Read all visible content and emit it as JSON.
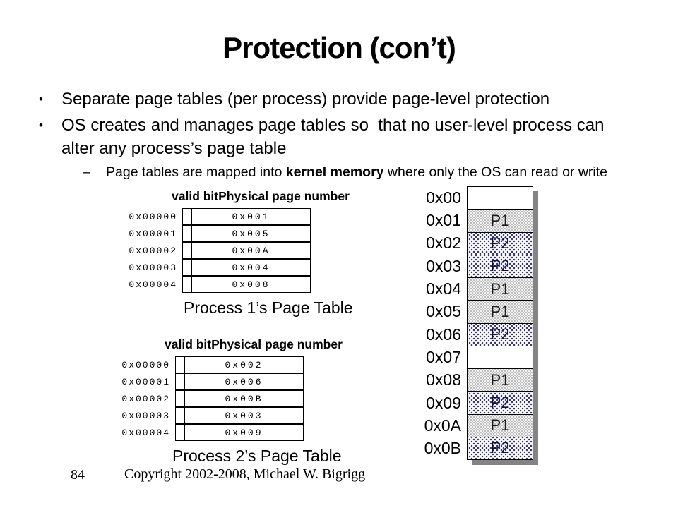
{
  "slide": {
    "title": "Protection (con’t)",
    "bullet_glyph": "•",
    "sub_bullet_glyph": "–",
    "bullets": [
      "Separate page tables (per process) provide page-level protection",
      "OS creates and manages page tables so  that no user-level process can alter any process’s page table"
    ],
    "sub_bullet": {
      "parts": [
        "Page tables are mapped into ",
        "kernel memory",
        " where only the OS can read or write"
      ]
    },
    "footer": {
      "page_number": "84",
      "copyright": "Copyright 2002-2008, Michael W. Bigrigg"
    }
  },
  "page_tables": [
    {
      "header": {
        "valid_bit": "valid bit",
        "ppn": "Physical page number"
      },
      "caption": "Process 1’s Page Table",
      "rows": [
        {
          "address": "0x00000",
          "ppn": "0x001"
        },
        {
          "address": "0x00001",
          "ppn": "0x005"
        },
        {
          "address": "0x00002",
          "ppn": "0x00A"
        },
        {
          "address": "0x00003",
          "ppn": "0x004"
        },
        {
          "address": "0x00004",
          "ppn": "0x008"
        }
      ]
    },
    {
      "header": {
        "valid_bit": "valid bit",
        "ppn": "Physical page number"
      },
      "caption": "Process 2’s Page Table",
      "rows": [
        {
          "address": "0x00000",
          "ppn": "0x002"
        },
        {
          "address": "0x00001",
          "ppn": "0x006"
        },
        {
          "address": "0x00002",
          "ppn": "0x00B"
        },
        {
          "address": "0x00003",
          "ppn": "0x003"
        },
        {
          "address": "0x00004",
          "ppn": "0x009"
        }
      ]
    }
  ],
  "memory": {
    "cells": [
      {
        "address": "0x00",
        "owner": ""
      },
      {
        "address": "0x01",
        "owner": "P1"
      },
      {
        "address": "0x02",
        "owner": "P2"
      },
      {
        "address": "0x03",
        "owner": "P2"
      },
      {
        "address": "0x04",
        "owner": "P1"
      },
      {
        "address": "0x05",
        "owner": "P1"
      },
      {
        "address": "0x06",
        "owner": "P2"
      },
      {
        "address": "0x07",
        "owner": ""
      },
      {
        "address": "0x08",
        "owner": "P1"
      },
      {
        "address": "0x09",
        "owner": "P2"
      },
      {
        "address": "0x0A",
        "owner": "P1"
      },
      {
        "address": "0x0B",
        "owner": "P2"
      }
    ]
  },
  "colors": {
    "border": "#000000",
    "p1_fill": "#bdbdbd",
    "p2_dot": "#3c3c6e",
    "memory_shadow": "#848484",
    "background": "#ffffff",
    "text": "#000000"
  }
}
